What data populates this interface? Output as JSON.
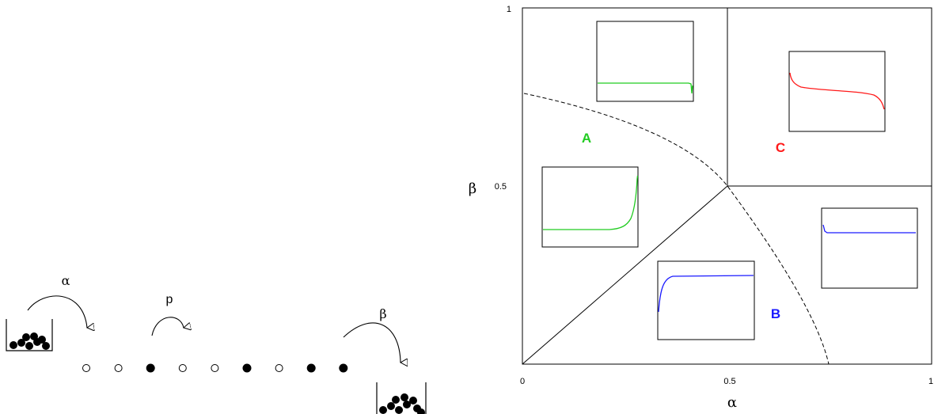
{
  "tasep": {
    "entry_label": "α",
    "hop_label": "p",
    "exit_label": "β",
    "sites": [
      "empty",
      "empty",
      "full",
      "empty",
      "empty",
      "full",
      "empty",
      "full",
      "full"
    ]
  },
  "phase_diagram": {
    "x_axis_label": "α",
    "y_axis_label": "β",
    "x_ticks": [
      "0",
      "0.5",
      "1"
    ],
    "y_ticks": [
      "0.5",
      "1"
    ],
    "regions": [
      {
        "label": "A",
        "color": "#22cc22"
      },
      {
        "label": "B",
        "color": "#1a1aff"
      },
      {
        "label": "C",
        "color": "#ff1a1a"
      }
    ],
    "inset_colors": {
      "A": "#22cc22",
      "B": "#1a1aff",
      "C": "#ff1a1a"
    }
  }
}
